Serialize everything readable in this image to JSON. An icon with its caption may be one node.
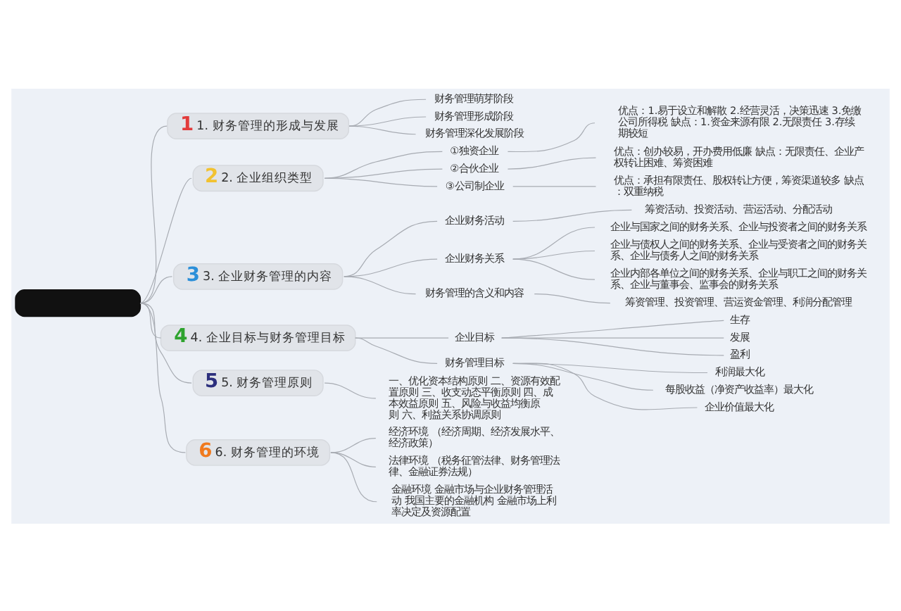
{
  "diagram": {
    "nodes": [
      {
        "text": [],
        "shape": "box"
      },
      {
        "text": [
          "1",
          "1. 财务管理的形成与发展"
        ]
      },
      {
        "text": [
          "财务管理萌芽阶段"
        ]
      },
      {
        "text": [
          "财务管理形成阶段"
        ]
      },
      {
        "text": [
          "财务管理深化发展阶段"
        ]
      },
      {
        "text": [
          "2",
          "2. 企业组织类型"
        ]
      },
      {
        "text": [
          "①独资企业"
        ]
      },
      {
        "text": [
          "优点：1.易于设立和解散 2.经营灵活，决策迅速 3.免缴公司所得税 缺点：1.资金来源有限 2.无限责任 3.存续期较短"
        ]
      },
      {
        "text": [
          "②合伙企业"
        ]
      },
      {
        "text": [
          "优点：创办较易，开办费用低廉 缺点：无限责任、企业产权转让困难、筹资困难"
        ]
      },
      {
        "text": [
          "③公司制企业"
        ]
      },
      {
        "text": [
          "优点：承担有限责任、股权转让方便，筹资渠道较多 缺点：双重纳税"
        ]
      },
      {
        "text": [
          "3",
          "3. 企业财务管理的内容"
        ]
      },
      {
        "text": [
          "企业财务活动"
        ]
      },
      {
        "text": [
          "筹资活动、投资活动、营运活动、分配活动"
        ]
      },
      {
        "text": [
          "企业财务关系"
        ]
      },
      {
        "text": [
          "企业与国家之间的财务关系、企业与投资者之间的财务关系"
        ]
      },
      {
        "text": [
          "企业与债权人之间的财务关系、企业与受资者之间的财务关系、企业与债务人之间的财务关系"
        ]
      },
      {
        "text": [
          "企业内部各单位之间的财务关系、企业与职工之间的财务关系、企业与董事会、监事会的财务关系"
        ]
      },
      {
        "text": [
          "财务管理的含义和内容"
        ]
      },
      {
        "text": [
          "筹资管理、投资管理、营运资金管理、利润分配管理"
        ]
      },
      {
        "text": [
          "4",
          "4. 企业目标与财务管理目标"
        ]
      },
      {
        "text": [
          "企业目标"
        ]
      },
      {
        "text": [
          "生存"
        ]
      },
      {
        "text": [
          "发展"
        ]
      },
      {
        "text": [
          "盈利"
        ]
      },
      {
        "text": [
          "财务管理目标"
        ]
      },
      {
        "text": [
          "利润最大化"
        ]
      },
      {
        "text": [
          "每股收益（净资产收益率）最大化"
        ]
      },
      {
        "text": [
          "企业价值最大化"
        ]
      },
      {
        "text": [
          "5",
          "5. 财务管理原则"
        ]
      },
      {
        "text": [
          "一、优化资本结构原则 二、资源有效配置原则 三、收支动态平衡原则 四、成本效益原则 五、风险与收益均衡原则 六、利益关系协调原则"
        ]
      },
      {
        "text": [
          "6",
          "6. 财务管理的环境"
        ]
      },
      {
        "text": [
          "经济环境 （经济周期、经济发展水平、经济政策）"
        ]
      },
      {
        "text": [
          "法律环境 （税务征管法律、财务管理法律、金融证券法规）"
        ]
      },
      {
        "text": [
          "金融环境 金融市场与企业财务管理活动 我国主要的金融机构 金融市场上利率决定及资源配置"
        ]
      }
    ],
    "edges": [
      {
        "from": 0,
        "to": 1,
        "arrow": "none"
      },
      {
        "from": 1,
        "to": 2,
        "arrow": "none"
      },
      {
        "from": 1,
        "to": 3,
        "arrow": "none"
      },
      {
        "from": 1,
        "to": 4,
        "arrow": "none"
      },
      {
        "from": 0,
        "to": 5,
        "arrow": "none"
      },
      {
        "from": 5,
        "to": 6,
        "arrow": "none"
      },
      {
        "from": 6,
        "to": 7,
        "arrow": "none"
      },
      {
        "from": 5,
        "to": 8,
        "arrow": "none"
      },
      {
        "from": 8,
        "to": 9,
        "arrow": "none"
      },
      {
        "from": 5,
        "to": 10,
        "arrow": "none"
      },
      {
        "from": 10,
        "to": 11,
        "arrow": "none"
      },
      {
        "from": 0,
        "to": 12,
        "arrow": "none"
      },
      {
        "from": 12,
        "to": 13,
        "arrow": "none"
      },
      {
        "from": 13,
        "to": 14,
        "arrow": "none"
      },
      {
        "from": 12,
        "to": 15,
        "arrow": "none"
      },
      {
        "from": 15,
        "to": 16,
        "arrow": "none"
      },
      {
        "from": 15,
        "to": 17,
        "arrow": "none"
      },
      {
        "from": 15,
        "to": 18,
        "arrow": "none"
      },
      {
        "from": 12,
        "to": 19,
        "arrow": "none"
      },
      {
        "from": 19,
        "to": 20,
        "arrow": "none"
      },
      {
        "from": 0,
        "to": 21,
        "arrow": "none"
      },
      {
        "from": 21,
        "to": 22,
        "arrow": "none"
      },
      {
        "from": 22,
        "to": 23,
        "arrow": "none"
      },
      {
        "from": 22,
        "to": 24,
        "arrow": "none"
      },
      {
        "from": 22,
        "to": 25,
        "arrow": "none"
      },
      {
        "from": 21,
        "to": 26,
        "arrow": "none"
      },
      {
        "from": 26,
        "to": 27,
        "arrow": "none"
      },
      {
        "from": 26,
        "to": 28,
        "arrow": "none"
      },
      {
        "from": 26,
        "to": 29,
        "arrow": "none"
      },
      {
        "from": 0,
        "to": 30,
        "arrow": "none"
      },
      {
        "from": 30,
        "to": 31,
        "arrow": "none"
      },
      {
        "from": 0,
        "to": 32,
        "arrow": "none"
      },
      {
        "from": 32,
        "to": 33,
        "arrow": "none"
      },
      {
        "from": 32,
        "to": 34,
        "arrow": "none"
      },
      {
        "from": 32,
        "to": 35,
        "arrow": "none"
      }
    ]
  }
}
